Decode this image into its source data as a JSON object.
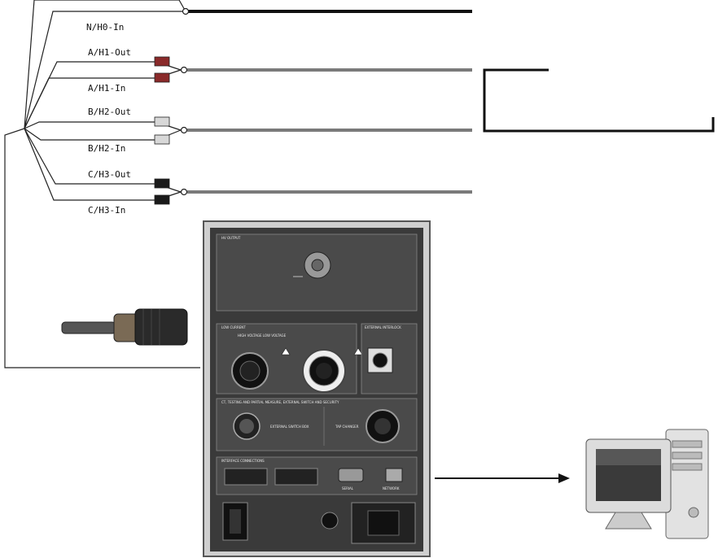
{
  "colors": {
    "cable_dark": "#111111",
    "cable_grey": "#7a7a7a",
    "panel_frame": "#cfcfcf",
    "panel_face": "#3a3a3a",
    "plug_red": "#9a2a2a",
    "plug_white": "#d8d8d8",
    "plug_black": "#1a1a1a"
  },
  "leads": [
    {
      "label": "N/H0-In",
      "plug": "none"
    },
    {
      "label": "A/H1-Out",
      "plug": "red"
    },
    {
      "label": "A/H1-In",
      "plug": "red"
    },
    {
      "label": "B/H2-Out",
      "plug": "white"
    },
    {
      "label": "B/H2-In",
      "plug": "white"
    },
    {
      "label": "C/H3-Out",
      "plug": "black"
    },
    {
      "label": "C/H3-In",
      "plug": "black"
    }
  ],
  "device": {
    "groups": {
      "hv_out": "HV OUTPUT",
      "low_current": "LOW CURRENT",
      "meas_inputs": "HIGH VOLTAGE    LOW VOLTAGE",
      "ext_interlock": "EXTERNAL INTERLOCK",
      "test_objects": "CT, TESTING AND PARTIAL MEASURE, EXTERNAL SWITCH AND SECURITY",
      "ext_switch": "EXTERNAL SWITCH BOX",
      "tap_changer": "TAP CHANGER",
      "interfaces": "INTERFACE CONNECTIONS",
      "serial": "SERIAL",
      "network": "NETWORK"
    }
  },
  "icons": {
    "warning": "warning-triangle-icon",
    "computer": "desktop-computer-icon",
    "arrow": "arrow-right-icon"
  }
}
